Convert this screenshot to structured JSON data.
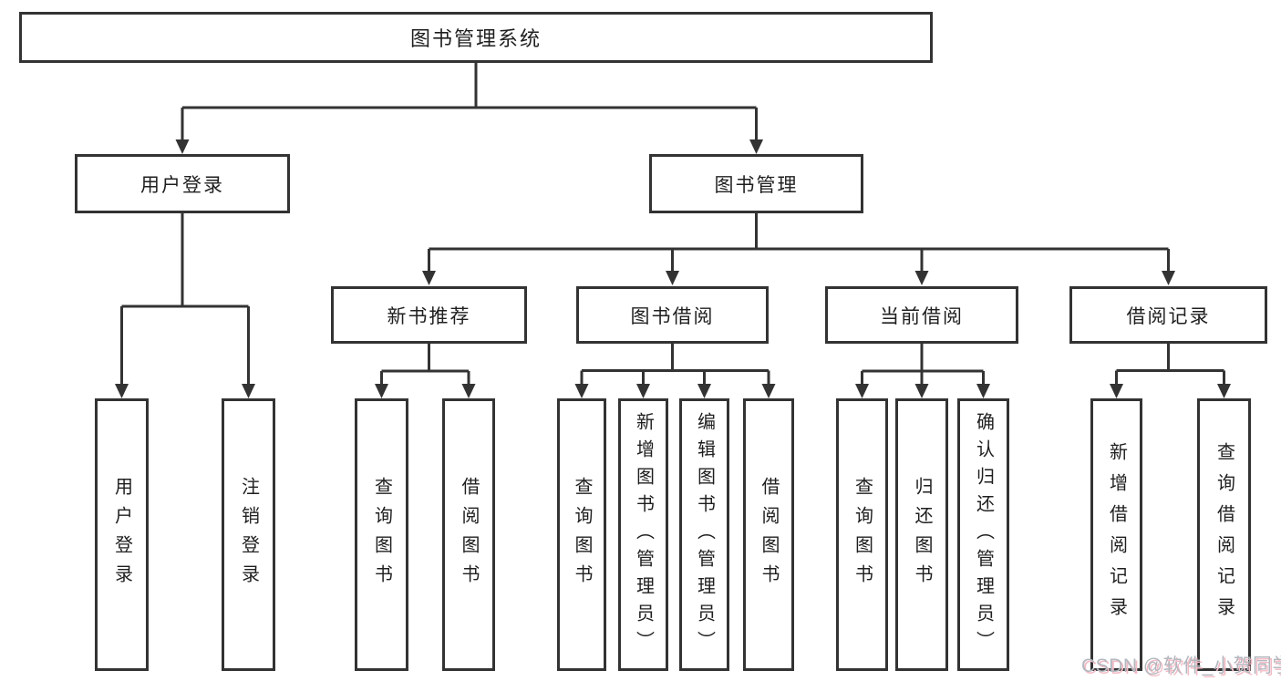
{
  "nodes": {
    "root": "图书管理系统",
    "user_login": "用户登录",
    "book_management": "图书管理",
    "new_book_recommend": "新书推荐",
    "book_borrow": "图书借阅",
    "current_borrow": "当前借阅",
    "borrow_record": "借阅记录",
    "leaf_user_login": "用户登录",
    "leaf_logout": "注销登录",
    "leaf_nb_query_book": "查询图书",
    "leaf_nb_borrow_book": "借阅图书",
    "leaf_bb_query_book": "查询图书",
    "leaf_bb_add_book_admin": "新增图书（管理员）",
    "leaf_bb_edit_book_admin": "编辑图书（管理员）",
    "leaf_bb_borrow_book": "借阅图书",
    "leaf_cb_query_book": "查询图书",
    "leaf_cb_return_book": "归还图书",
    "leaf_cb_confirm_return_admin": "确认归还（管理员）",
    "leaf_br_add_record": "新增借阅记录",
    "leaf_br_query_record": "查询借阅记录"
  },
  "watermark": "CSDN @软件_小贺同学",
  "colors": {
    "line": "#333333",
    "text": "#1f1f1f",
    "box_background": "#ffffff",
    "watermark_text": "#b3b8bf",
    "watermark_shadow": "#f3bcc6"
  }
}
